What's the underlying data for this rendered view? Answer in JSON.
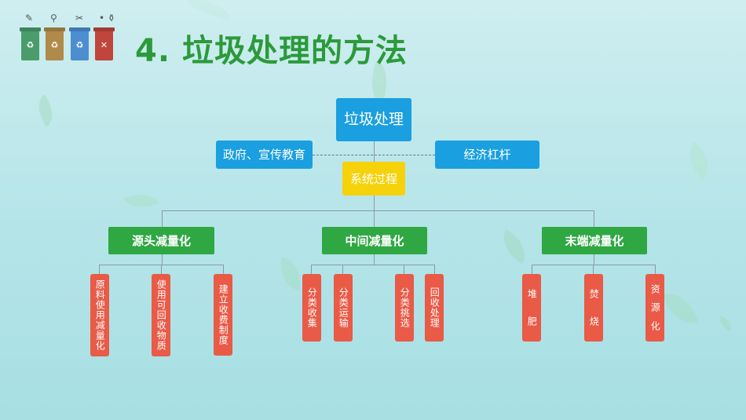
{
  "header": {
    "title": "4. 垃圾处理的方法"
  },
  "diagram": {
    "root": "垃圾处理",
    "left_branch": "政府、宣传教育",
    "right_branch": "经济杠杆",
    "center": "系统过程",
    "groups": [
      {
        "label": "源头减量化",
        "items": [
          {
            "chars": [
              "原料使用减量化"
            ]
          },
          {
            "chars": [
              "使用可回收物质"
            ]
          },
          {
            "chars": [
              "建立收费制度"
            ]
          }
        ]
      },
      {
        "label": "中间减量化",
        "items": [
          {
            "chars": [
              "分类收集"
            ]
          },
          {
            "chars": [
              "分类运输"
            ]
          },
          {
            "chars": [
              "分类挑选"
            ]
          },
          {
            "chars": [
              "回收处理"
            ]
          }
        ]
      },
      {
        "label": "末端减量化",
        "items": [
          {
            "chars": [
              "堆",
              "肥"
            ]
          },
          {
            "chars": [
              "焚",
              "烧"
            ]
          },
          {
            "chars": [
              "资",
              "源",
              "化"
            ]
          }
        ]
      }
    ]
  },
  "colors": {
    "blue": "#1a9fe0",
    "yellow": "#f5d20a",
    "green": "#2fa743",
    "red": "#e95a47",
    "title": "#2b9a3a"
  },
  "icons": {
    "bins": [
      "recycle-icon",
      "recycle-icon",
      "recycle-icon",
      "cross-icon"
    ],
    "bin_colors": [
      "#4a9d6b",
      "#b08a4a",
      "#4d8ed0",
      "#c0453c"
    ],
    "bin_symbols": [
      "♻",
      "♻",
      "♻",
      "✕"
    ]
  }
}
